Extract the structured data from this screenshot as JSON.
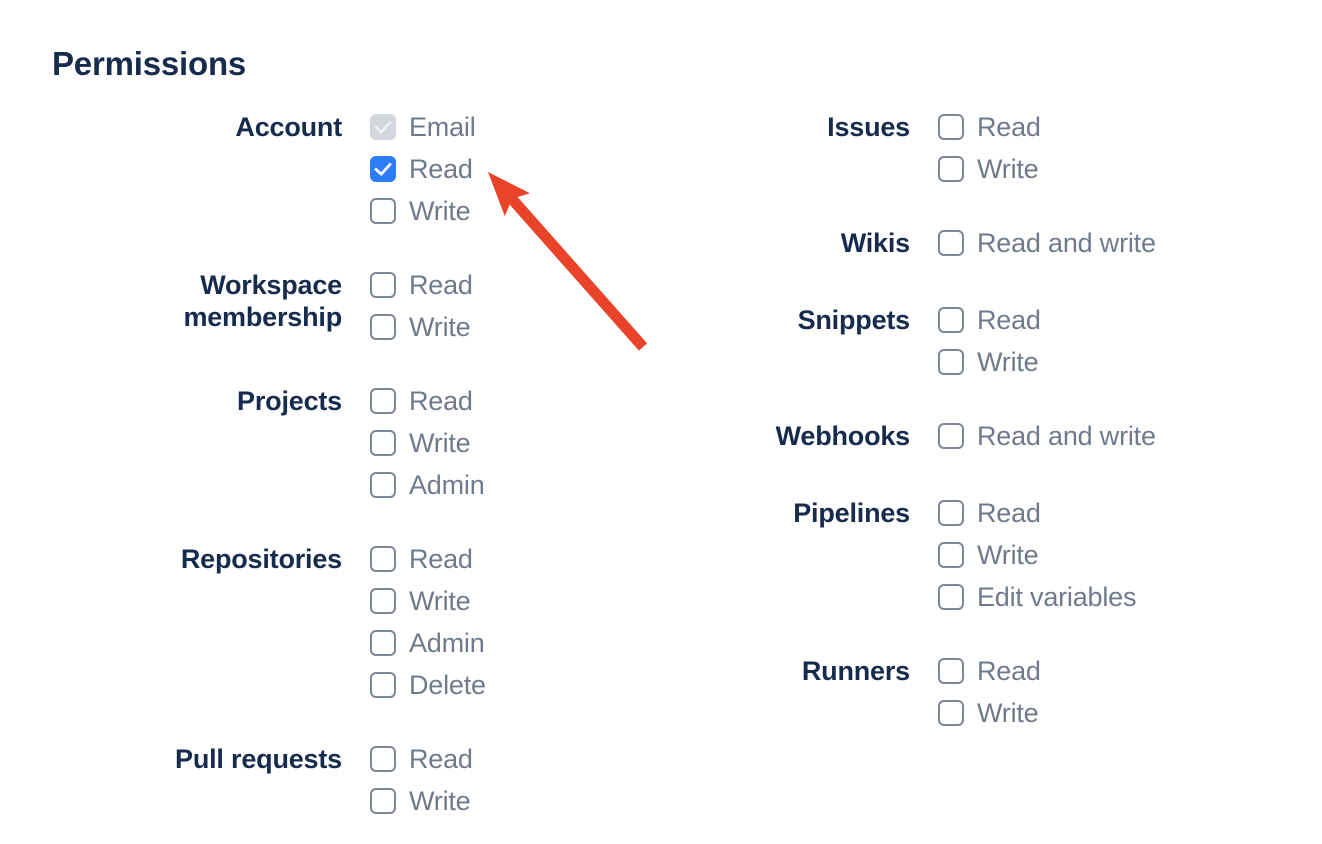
{
  "title": "Permissions",
  "columns": [
    {
      "groups": [
        {
          "label": "Account",
          "options": [
            {
              "label": "Email",
              "state": "checked-disabled"
            },
            {
              "label": "Read",
              "state": "checked"
            },
            {
              "label": "Write",
              "state": "unchecked"
            }
          ]
        },
        {
          "label": "Workspace membership",
          "options": [
            {
              "label": "Read",
              "state": "unchecked"
            },
            {
              "label": "Write",
              "state": "unchecked"
            }
          ]
        },
        {
          "label": "Projects",
          "options": [
            {
              "label": "Read",
              "state": "unchecked"
            },
            {
              "label": "Write",
              "state": "unchecked"
            },
            {
              "label": "Admin",
              "state": "unchecked"
            }
          ]
        },
        {
          "label": "Repositories",
          "options": [
            {
              "label": "Read",
              "state": "unchecked"
            },
            {
              "label": "Write",
              "state": "unchecked"
            },
            {
              "label": "Admin",
              "state": "unchecked"
            },
            {
              "label": "Delete",
              "state": "unchecked"
            }
          ]
        },
        {
          "label": "Pull requests",
          "options": [
            {
              "label": "Read",
              "state": "unchecked"
            },
            {
              "label": "Write",
              "state": "unchecked"
            }
          ]
        }
      ]
    },
    {
      "groups": [
        {
          "label": "Issues",
          "options": [
            {
              "label": "Read",
              "state": "unchecked"
            },
            {
              "label": "Write",
              "state": "unchecked"
            }
          ]
        },
        {
          "label": "Wikis",
          "options": [
            {
              "label": "Read and write",
              "state": "unchecked"
            }
          ]
        },
        {
          "label": "Snippets",
          "options": [
            {
              "label": "Read",
              "state": "unchecked"
            },
            {
              "label": "Write",
              "state": "unchecked"
            }
          ]
        },
        {
          "label": "Webhooks",
          "options": [
            {
              "label": "Read and write",
              "state": "unchecked"
            }
          ]
        },
        {
          "label": "Pipelines",
          "options": [
            {
              "label": "Read",
              "state": "unchecked"
            },
            {
              "label": "Write",
              "state": "unchecked"
            },
            {
              "label": "Edit variables",
              "state": "unchecked"
            }
          ]
        },
        {
          "label": "Runners",
          "options": [
            {
              "label": "Read",
              "state": "unchecked"
            },
            {
              "label": "Write",
              "state": "unchecked"
            }
          ]
        }
      ]
    }
  ],
  "annotation": {
    "arrow_color": "#E9432A"
  },
  "colors": {
    "heading": "#172B4D",
    "option_label": "#6F7B8D",
    "checkbox_checked": "#2D7DF6",
    "checkbox_border": "#7D8694",
    "checkbox_disabled_bg": "#D3D6DA"
  }
}
